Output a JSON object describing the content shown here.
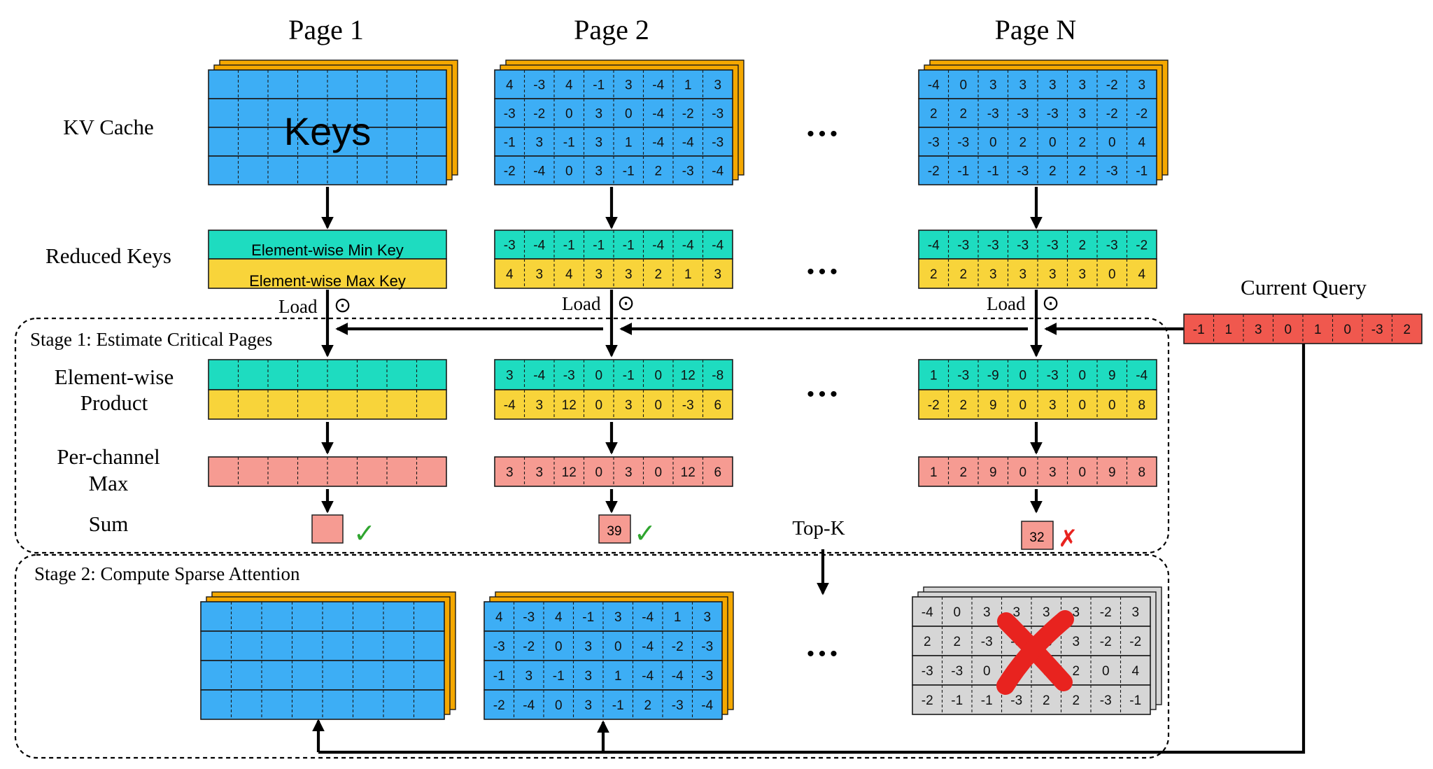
{
  "pages": {
    "page1": "Page 1",
    "page2": "Page 2",
    "pageN": "Page N"
  },
  "row_labels": {
    "kv_cache": "KV Cache",
    "reduced_keys": "Reduced Keys",
    "elementwise_product_1": "Element-wise",
    "elementwise_product_2": "Product",
    "per_channel_max_1": "Per-channel",
    "per_channel_max_2": "Max",
    "sum": "Sum"
  },
  "keys_label": "Keys",
  "min_key_label": "Element-wise Min Key",
  "max_key_label": "Element-wise Max Key",
  "load_label": "Load",
  "dot_symbol": "⊙",
  "ellipsis": "•••",
  "current_query_label": "Current Query",
  "stage1_title": "Stage 1: Estimate Critical Pages",
  "stage2_title": "Stage 2: Compute Sparse Attention",
  "topk_label": "Top-K",
  "query": [
    "-1",
    "1",
    "3",
    "0",
    "1",
    "0",
    "-3",
    "2"
  ],
  "page2_keys": [
    [
      "4",
      "-3",
      "4",
      "-1",
      "3",
      "-4",
      "1",
      "3"
    ],
    [
      "-3",
      "-2",
      "0",
      "3",
      "0",
      "-4",
      "-2",
      "-3"
    ],
    [
      "-1",
      "3",
      "-1",
      "3",
      "1",
      "-4",
      "-4",
      "-3"
    ],
    [
      "-2",
      "-4",
      "0",
      "3",
      "-1",
      "2",
      "-3",
      "-4"
    ]
  ],
  "pageN_keys": [
    [
      "-4",
      "0",
      "3",
      "3",
      "3",
      "3",
      "-2",
      "3"
    ],
    [
      "2",
      "2",
      "-3",
      "-3",
      "-3",
      "3",
      "-2",
      "-2"
    ],
    [
      "-3",
      "-3",
      "0",
      "2",
      "0",
      "2",
      "0",
      "4"
    ],
    [
      "-2",
      "-1",
      "-1",
      "-3",
      "2",
      "2",
      "-3",
      "-1"
    ]
  ],
  "page2_min": [
    "-3",
    "-4",
    "-1",
    "-1",
    "-1",
    "-4",
    "-4",
    "-4"
  ],
  "page2_max": [
    "4",
    "3",
    "4",
    "3",
    "3",
    "2",
    "1",
    "3"
  ],
  "pageN_min": [
    "-4",
    "-3",
    "-3",
    "-3",
    "-3",
    "2",
    "-3",
    "-2"
  ],
  "pageN_max": [
    "2",
    "2",
    "3",
    "3",
    "3",
    "3",
    "0",
    "4"
  ],
  "page2_prod_min": [
    "3",
    "-4",
    "-3",
    "0",
    "-1",
    "0",
    "12",
    "-8"
  ],
  "page2_prod_max": [
    "-4",
    "3",
    "12",
    "0",
    "3",
    "0",
    "-3",
    "6"
  ],
  "pageN_prod_min": [
    "1",
    "-3",
    "-9",
    "0",
    "-3",
    "0",
    "9",
    "-4"
  ],
  "pageN_prod_max": [
    "-2",
    "2",
    "9",
    "0",
    "3",
    "0",
    "0",
    "8"
  ],
  "page2_chmax": [
    "3",
    "3",
    "12",
    "0",
    "3",
    "0",
    "12",
    "6"
  ],
  "pageN_chmax": [
    "1",
    "2",
    "9",
    "0",
    "3",
    "0",
    "9",
    "8"
  ],
  "sum_page2": "39",
  "sum_pageN": "32",
  "check_mark": "✓",
  "cross_mark": "✗",
  "colors": {
    "key_blue": "#3DAEF5",
    "stack_orange": "#F5A800",
    "min_teal": "#1EDCC0",
    "max_yellow": "#F8D43A",
    "max_pink": "#F69B92",
    "query_red": "#F0584E",
    "gray": "#D6D6D6",
    "check_green": "#2FA52F",
    "cross_red": "#E8231F"
  }
}
